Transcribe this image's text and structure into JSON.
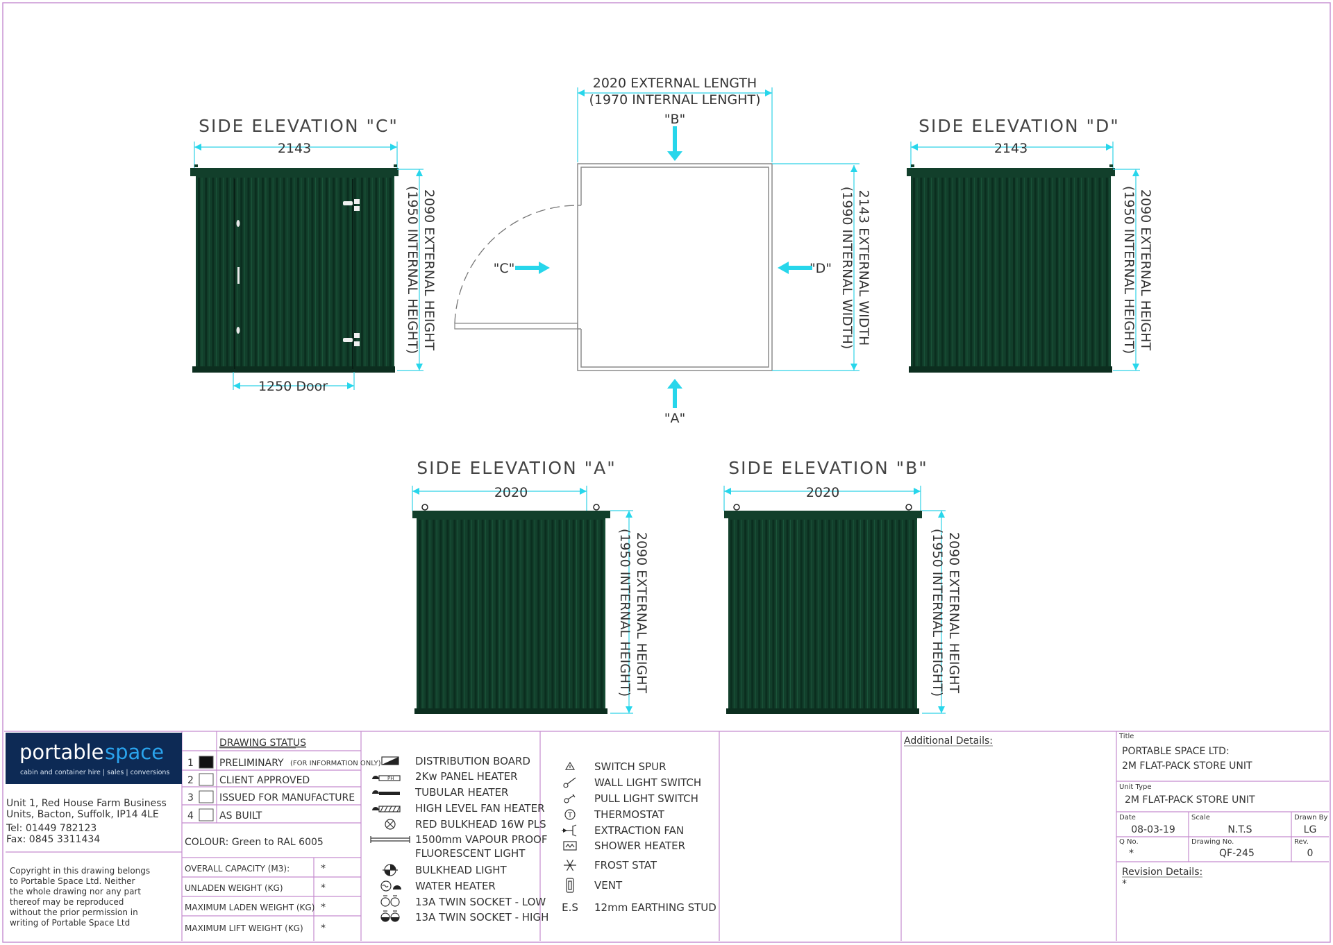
{
  "views": {
    "c": {
      "title": "SIDE ELEVATION \"C\"",
      "width_dim": "2143",
      "height_ext": "2090 EXTERNAL HEIGHT",
      "height_int": "(1950 INTERNAL HEIGHT)",
      "door_dim": "1250 Door"
    },
    "d": {
      "title": "SIDE ELEVATION \"D\"",
      "width_dim": "2143",
      "height_ext": "2090 EXTERNAL HEIGHT",
      "height_int": "(1950 INTERNAL HEIGHT)"
    },
    "a": {
      "title": "SIDE ELEVATION \"A\"",
      "width_dim": "2020",
      "height_ext": "2090 EXTERNAL HEIGHT",
      "height_int": "(1950 INTERNAL HEIGHT)"
    },
    "b": {
      "title": "SIDE ELEVATION \"B\"",
      "width_dim": "2020",
      "height_ext": "2090 EXTERNAL HEIGHT",
      "height_int": "(1950 INTERNAL HEIGHT)"
    },
    "plan": {
      "length_ext": "2020 EXTERNAL LENGTH",
      "length_int": "(1970 INTERNAL LENGHT)",
      "width_ext": "2143 EXTERNAL WIDTH",
      "width_int": "(1990 INTERNAL WIDTH)",
      "marker_a": "\"A\"",
      "marker_b": "\"B\"",
      "marker_c": "\"C\"",
      "marker_d": "\"D\""
    }
  },
  "title_block": {
    "logo": {
      "word1": "portable",
      "word2": "space",
      "tagline": "cabin and container hire  |  sales  |  conversions"
    },
    "address": [
      "Unit 1, Red House Farm Business",
      "Units, Bacton, Suffolk, IP14 4LE"
    ],
    "tel": "Tel:  01449 782123",
    "fax": "Fax:  0845 3311434",
    "copyright": [
      "Copyright in this drawing belongs",
      "to Portable Space Ltd. Neither",
      "the whole drawing nor any part",
      "thereof may be reproduced",
      "without the prior permission in",
      "writing of Portable Space Ltd"
    ],
    "status_heading": "DRAWING STATUS",
    "status": [
      {
        "num": "1",
        "label": "PRELIMINARY",
        "note": "(FOR INFORMATION ONLY)",
        "checked": true
      },
      {
        "num": "2",
        "label": "CLIENT APPROVED",
        "note": "",
        "checked": false
      },
      {
        "num": "3",
        "label": "ISSUED FOR MANUFACTURE",
        "note": "",
        "checked": false
      },
      {
        "num": "4",
        "label": "AS BUILT",
        "note": "",
        "checked": false
      }
    ],
    "colour": "COLOUR: Green to RAL 6005",
    "specs": [
      {
        "label": "OVERALL CAPACITY (M3):",
        "value": "*"
      },
      {
        "label": "UNLADEN WEIGHT (KG)",
        "value": "*"
      },
      {
        "label": "MAXIMUM LADEN WEIGHT (KG)",
        "value": "*"
      },
      {
        "label": "MAXIMUM LIFT WEIGHT (KG)",
        "value": "*"
      }
    ],
    "legend1": [
      {
        "icon": "distribution-board-icon",
        "label": "DISTRIBUTION BOARD"
      },
      {
        "icon": "panel-heater-icon",
        "label": "2Kw PANEL HEATER",
        "tag": "PH"
      },
      {
        "icon": "tubular-heater-icon",
        "label": "TUBULAR HEATER"
      },
      {
        "icon": "fan-heater-icon",
        "label": "HIGH LEVEL FAN HEATER"
      },
      {
        "icon": "bulkhead-16w-icon",
        "label": "RED BULKHEAD 16W PLS"
      },
      {
        "icon": "fluorescent-light-icon",
        "label": "1500mm VAPOUR PROOF",
        "label2": "FLUORESCENT LIGHT"
      },
      {
        "icon": "bulkhead-light-icon",
        "label": "BULKHEAD LIGHT"
      },
      {
        "icon": "water-heater-icon",
        "label": "WATER HEATER"
      },
      {
        "icon": "twin-socket-low-icon",
        "label": "13A TWIN SOCKET - LOW"
      },
      {
        "icon": "twin-socket-high-icon",
        "label": "13A TWIN SOCKET - HIGH"
      }
    ],
    "legend2": [
      {
        "icon": "switch-spur-icon",
        "label": "SWITCH SPUR"
      },
      {
        "icon": "wall-light-switch-icon",
        "label": "WALL LIGHT SWITCH"
      },
      {
        "icon": "pull-light-switch-icon",
        "label": "PULL LIGHT SWITCH"
      },
      {
        "icon": "thermostat-icon",
        "label": "THERMOSTAT",
        "tag": "T"
      },
      {
        "icon": "extraction-fan-icon",
        "label": "EXTRACTION FAN"
      },
      {
        "icon": "shower-heater-icon",
        "label": "SHOWER HEATER"
      },
      {
        "icon": "frost-stat-icon",
        "label": "FROST STAT"
      },
      {
        "icon": "vent-icon",
        "label": "VENT"
      },
      {
        "icon": "earthing-stud-icon",
        "label": "12mm EARTHING STUD",
        "tag": "E.S"
      }
    ],
    "additional_details": "Additional Details:",
    "title_label": "Title",
    "title_lines": [
      "PORTABLE SPACE LTD:",
      "2M FLAT-PACK STORE UNIT"
    ],
    "unit_type_label": "Unit Type",
    "unit_type": "2M FLAT-PACK STORE UNIT",
    "date_label": "Date",
    "date": "08-03-19",
    "scale_label": "Scale",
    "scale": "N.T.S",
    "drawn_by_label": "Drawn By",
    "drawn_by": "LG",
    "q_no_label": "Q No.",
    "q_no": "*",
    "drawing_no_label": "Drawing No.",
    "drawing_no": "QF-245",
    "rev_label": "Rev.",
    "rev": "0",
    "revision_details_label": "Revision Details:",
    "revision_details": "*"
  },
  "colors": {
    "container": "#123f2b",
    "container_rib": "#0a2a1c",
    "dimension": "#27d6eb",
    "border": "#c58ccf",
    "logo_bg": "#0d2a55",
    "logo_accent": "#2aa4ee"
  }
}
